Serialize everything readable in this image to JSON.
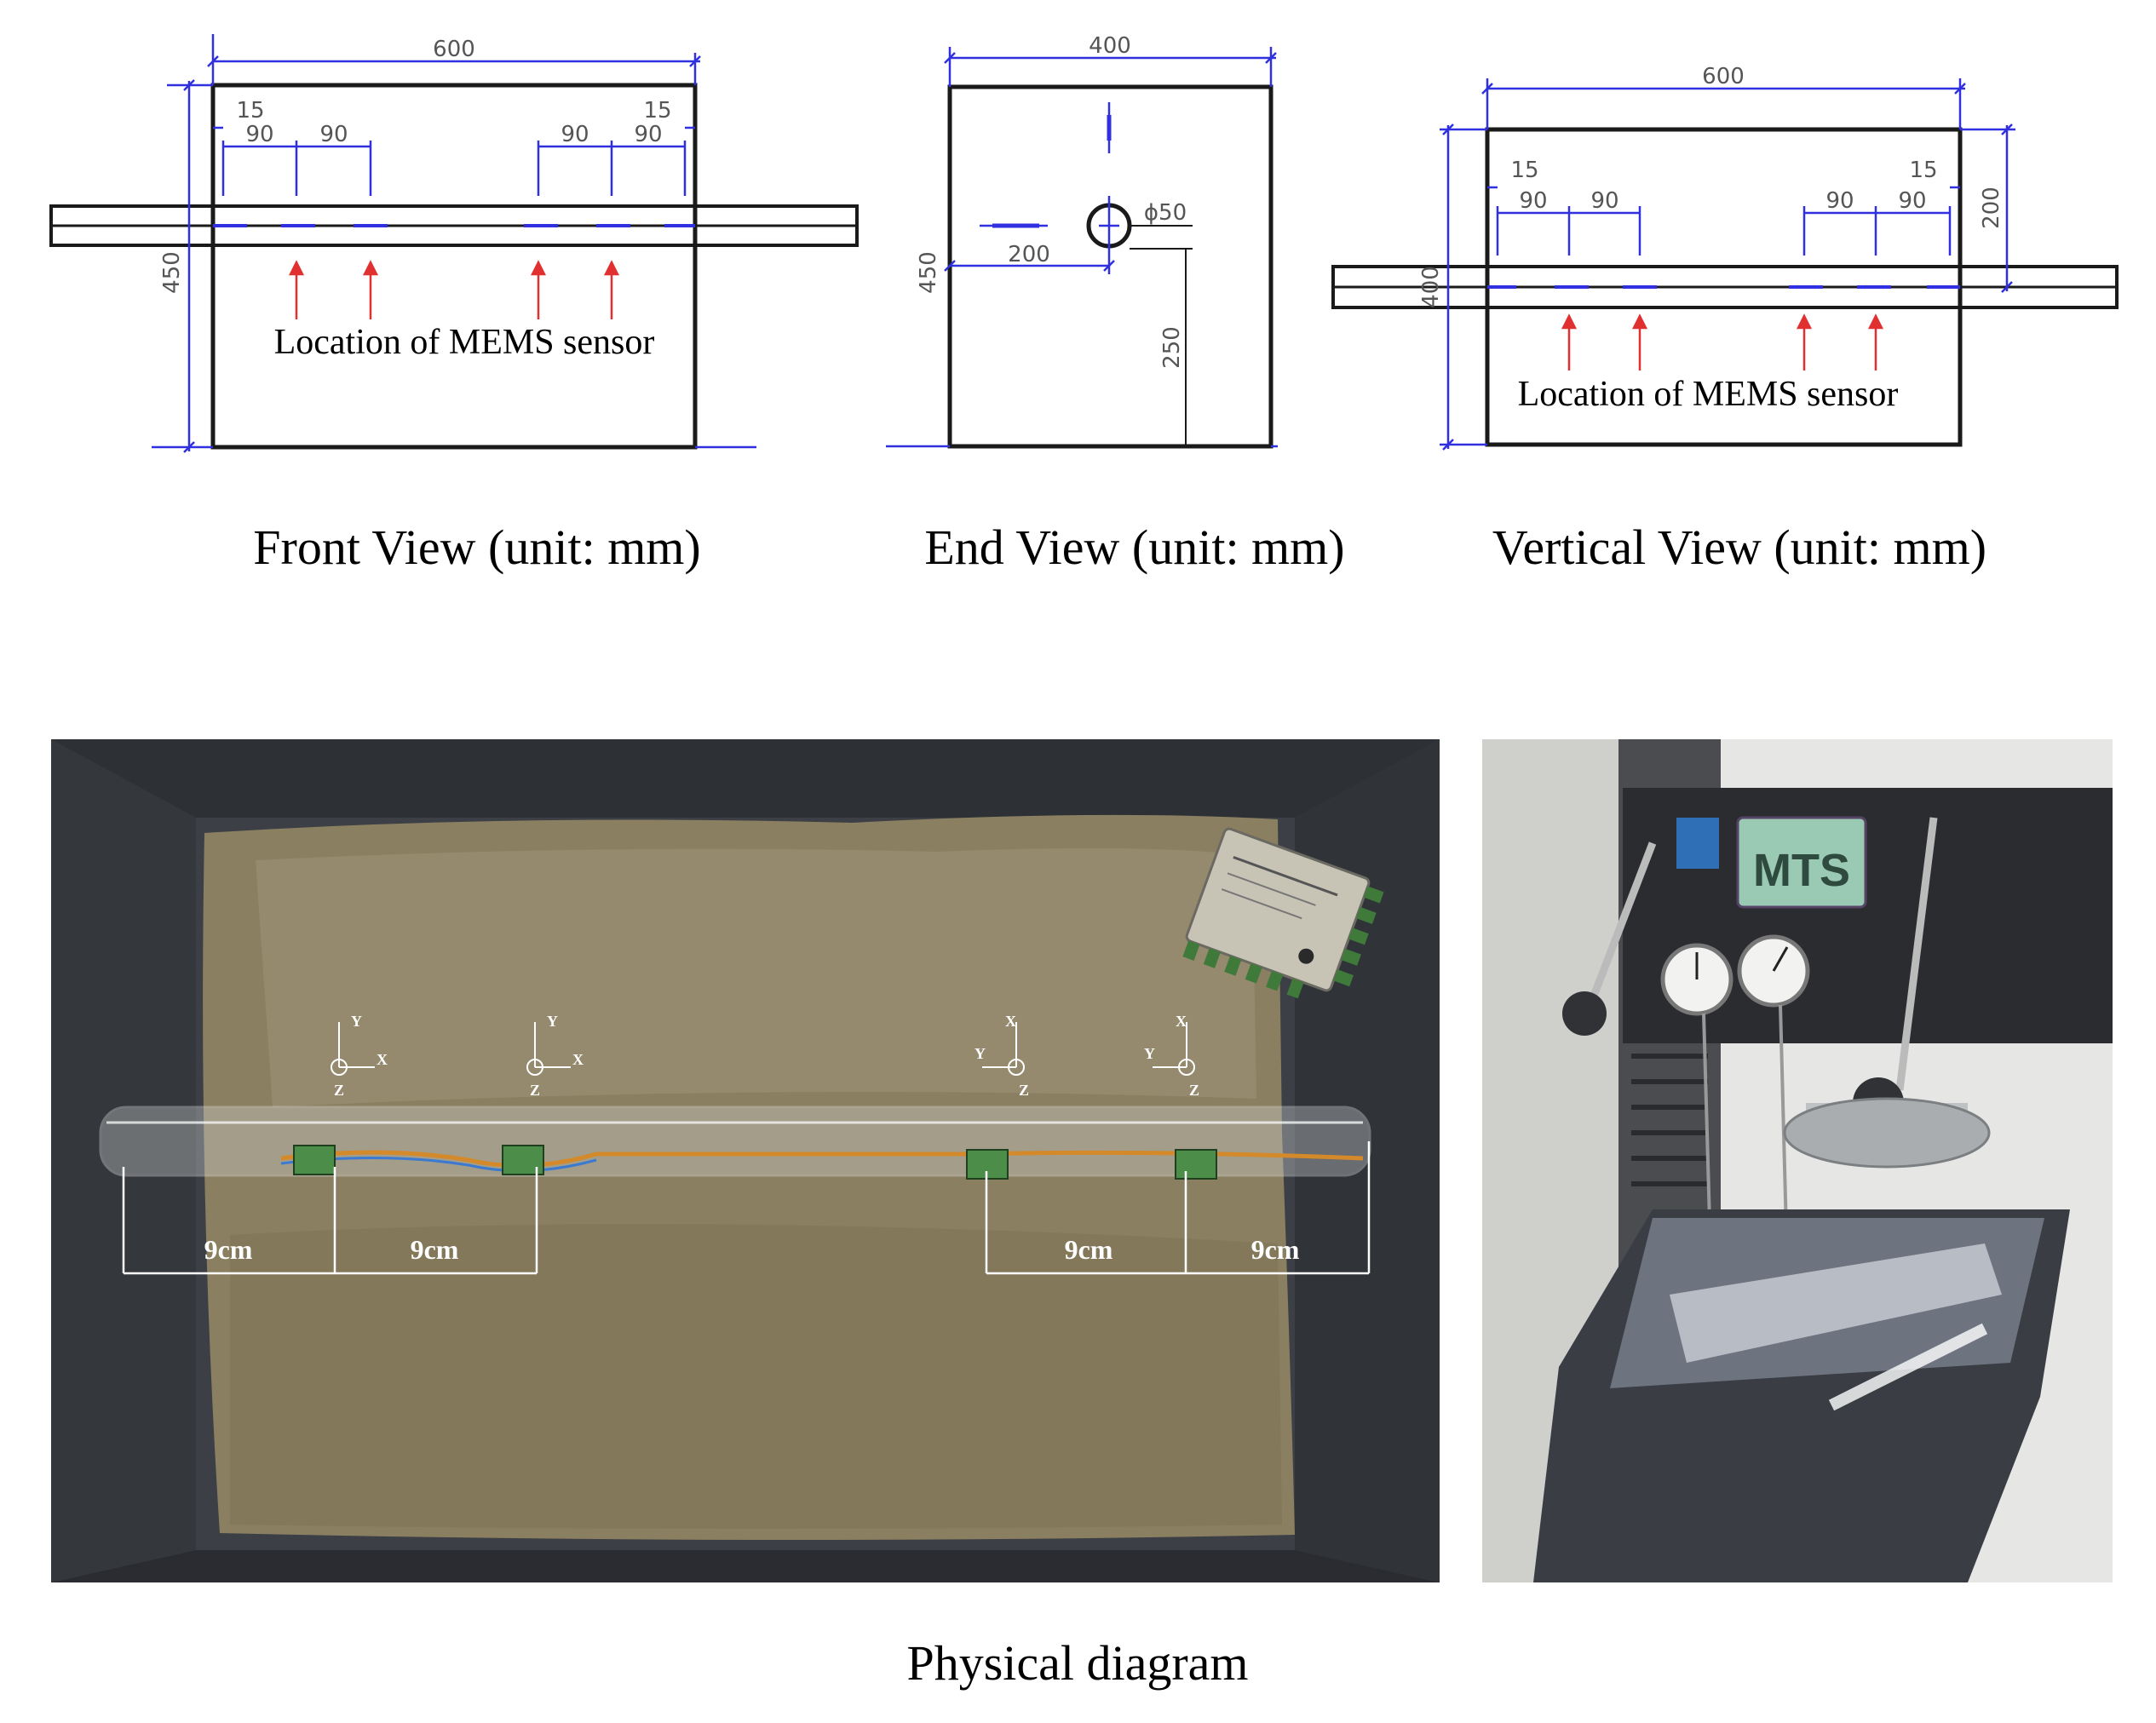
{
  "front_view": {
    "caption": "Front View (unit: mm)",
    "width_dim": "600",
    "height_dim": "450",
    "edge_offsets": [
      "15",
      "15"
    ],
    "spacings": [
      "90",
      "90",
      "90",
      "90"
    ],
    "sensor_label": "Location of MEMS sensor"
  },
  "end_view": {
    "caption": "End View (unit: mm)",
    "width_dim": "400",
    "height_dim": "450",
    "horizontal_dim": "200",
    "vertical_dim": "250",
    "diameter_dim": "ϕ50"
  },
  "vertical_view": {
    "caption": "Vertical View (unit: mm)",
    "width_dim": "600",
    "height_dim": "400",
    "side_dim": "200",
    "edge_offsets": [
      "15",
      "15"
    ],
    "spacings": [
      "90",
      "90",
      "90",
      "90"
    ],
    "sensor_label": "Location of MEMS sensor"
  },
  "physical": {
    "caption": "Physical diagram",
    "distances": [
      "9cm",
      "9cm",
      "9cm",
      "9cm"
    ],
    "axes": [
      {
        "top": "Y",
        "right": "X",
        "bottom": "Z"
      },
      {
        "top": "Y",
        "right": "X",
        "bottom": "Z"
      },
      {
        "top": "X",
        "left": "Y",
        "bottom": "Z"
      },
      {
        "top": "X",
        "left": "Y",
        "bottom": "Z"
      }
    ],
    "machine_label": "MTS"
  },
  "colors": {
    "line": "#1a1a1a",
    "dimension": "#3030e0",
    "arrow": "#e03030",
    "soil": "#8a7f60",
    "box": "#3c3f45"
  }
}
